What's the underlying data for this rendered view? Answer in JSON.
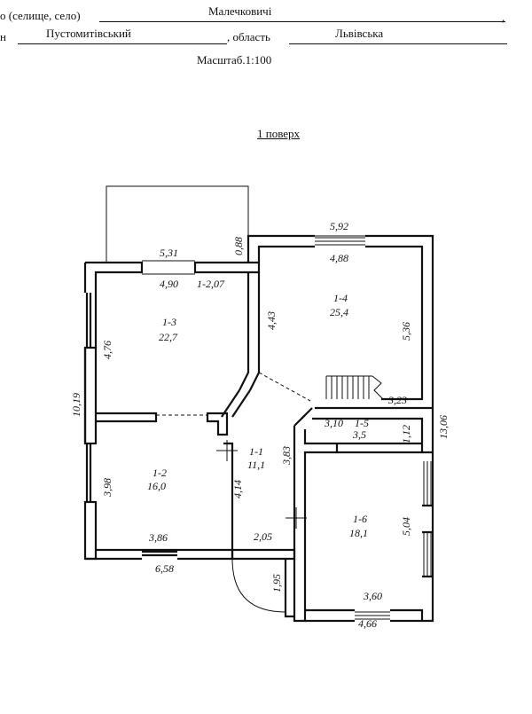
{
  "header": {
    "settlement_label": "о (селище, село)",
    "settlement_value": "Малечковичі",
    "settlement_end": ",",
    "district_label": "н",
    "district_value": "Пустомитівський",
    "region_label": ", область",
    "region_value": "Львівська",
    "scale": "Масштаб.1:100"
  },
  "floor_title": "1 поверх",
  "rooms": [
    {
      "id": "1-1",
      "area": "11,1"
    },
    {
      "id": "1-2",
      "area": "16,0"
    },
    {
      "id": "1-3",
      "area": "22,7"
    },
    {
      "id": "1-4",
      "area": "25,4"
    },
    {
      "id": "1-5",
      "area": "3,5"
    },
    {
      "id": "1-6",
      "area": "18,1"
    }
  ],
  "annotation": "1-2,07",
  "dimensions": {
    "d_531": "5,31",
    "d_490": "4,90",
    "d_088": "0,88",
    "d_592": "5,92",
    "d_488": "4,88",
    "d_443": "4,43",
    "d_536": "5,36",
    "d_476": "4,76",
    "d_1019": "10,19",
    "d_323": "3,23",
    "d_310": "3,10",
    "d_112": "1,12",
    "d_1306": "13,06",
    "d_383": "3,83",
    "d_398": "3,98",
    "d_414": "4,14",
    "d_504": "5,04",
    "d_386": "3,86",
    "d_205": "2,05",
    "d_658": "6,58",
    "d_195": "1,95",
    "d_360": "3,60",
    "d_466": "4,66"
  }
}
